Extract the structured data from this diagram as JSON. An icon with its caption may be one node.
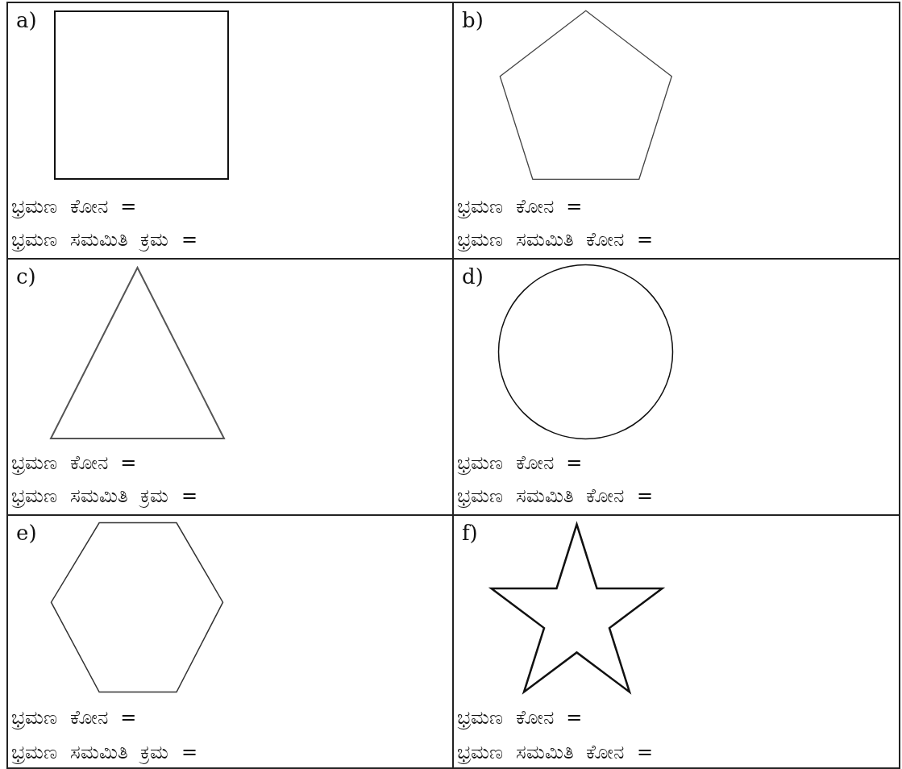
{
  "diagram": {
    "nodes": [
      {
        "text": [
          "a)",
          "ಭ್ರಮಣ ಕೋನ =",
          "ಭ್ರಮಣ ಸಮಮಿತಿ ಕ್ರಮ ="
        ]
      },
      {
        "text": [],
        "shape": "square",
        "in": 0
      },
      {
        "text": [
          "b)",
          "ಭ್ರಮಣ ಕೋನ =",
          "ಭ್ರಮಣ ಸಮಮಿತಿ ಕೋನ ="
        ]
      },
      {
        "text": [],
        "shape": "pentagon",
        "in": 2
      },
      {
        "text": [
          "c)",
          "ಭ್ರಮಣ ಕೋನ =",
          "ಭ್ರಮಣ ಸಮಮಿತಿ ಕ್ರಮ ="
        ]
      },
      {
        "text": [],
        "shape": "triangle",
        "in": 4
      },
      {
        "text": [
          "d)",
          "ಭ್ರಮಣ ಕೋನ =",
          "ಭ್ರಮಣ ಸಮಮಿತಿ ಕೋನ ="
        ]
      },
      {
        "text": [],
        "shape": "circle",
        "in": 6
      },
      {
        "text": [
          "e)",
          "ಭ್ರಮಣ ಕೋನ =",
          "ಭ್ರಮಣ ಸಮಮಿತಿ ಕ್ರಮ ="
        ]
      },
      {
        "text": [],
        "shape": "hexagon",
        "in": 8
      },
      {
        "text": [
          "f)",
          "ಭ್ರಮಣ ಕೋನ =",
          "ಭ್ರಮಣ ಸಮಮಿತಿ ಕೋನ ="
        ]
      },
      {
        "text": [],
        "shape": "star",
        "in": 10
      }
    ]
  }
}
